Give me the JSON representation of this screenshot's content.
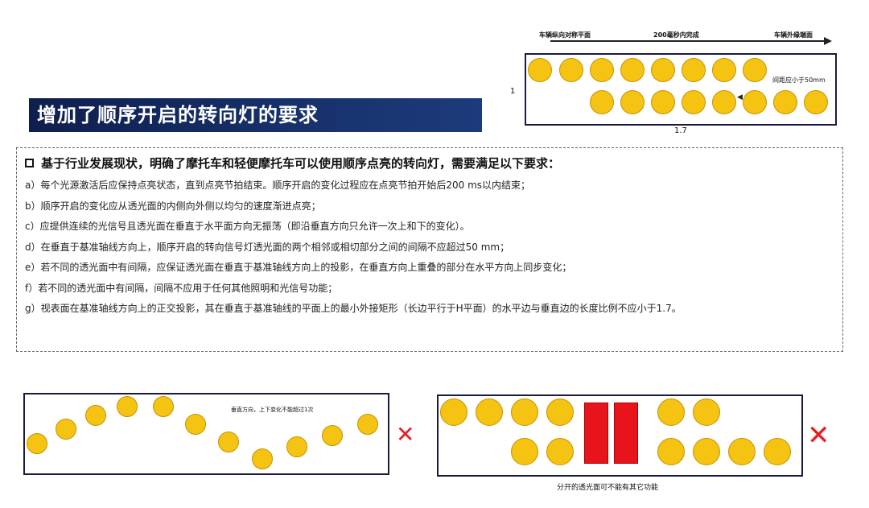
{
  "title": "增加了顺序开启的转向灯的要求",
  "top_diagram": {
    "arrow_left": "车辆纵向对称平面",
    "arrow_mid": "200毫秒内完成",
    "arrow_right": "车辆外缘端面",
    "gap_note": "间距应小于50mm",
    "height_label": "1",
    "width_label": "1.7",
    "lamp_color": "#f5c312"
  },
  "requirements": {
    "heading": "基于行业发展现状，明确了摩托车和轻便摩托车可以使用顺序点亮的转向灯，需要满足以下要求：",
    "items": [
      "a）每个光源激活后应保持点亮状态，直到点亮节拍结束。顺序开启的变化过程应在点亮节拍开始后200 ms以内结束；",
      "b）顺序开启的变化应从透光面的内侧向外侧以均匀的速度渐进点亮；",
      "c）应提供连续的光信号且透光面在垂直于水平面方向无振荡（即沿垂直方向只允许一次上和下的变化）。",
      "d）在垂直于基准轴线方向上，顺序开启的转向信号灯透光面的两个相邻或相切部分之间的间隔不应超过50 mm；",
      "e）若不同的透光面中有间隔，应保证透光面在垂直于基准轴线方向上的投影，在垂直方向上重叠的部分在水平方向上同步变化；",
      "f）若不同的透光面中有间隔，间隔不应用于任何其他照明和光信号功能；",
      "g）视表面在基准轴线方向上的正交投影，其在垂直于基准轴线的平面上的最小外接矩形（长边平行于H平面）的水平边与垂直边的长度比例不应小于1.7。"
    ]
  },
  "bottom_left": {
    "note": "垂直方向，上下变化不能超过1次",
    "mark": "✕",
    "mark_color": "#e41e26"
  },
  "bottom_right": {
    "caption": "分开的透光面可不能有其它功能",
    "mark": "✕",
    "bar_color": "#e8141b"
  }
}
